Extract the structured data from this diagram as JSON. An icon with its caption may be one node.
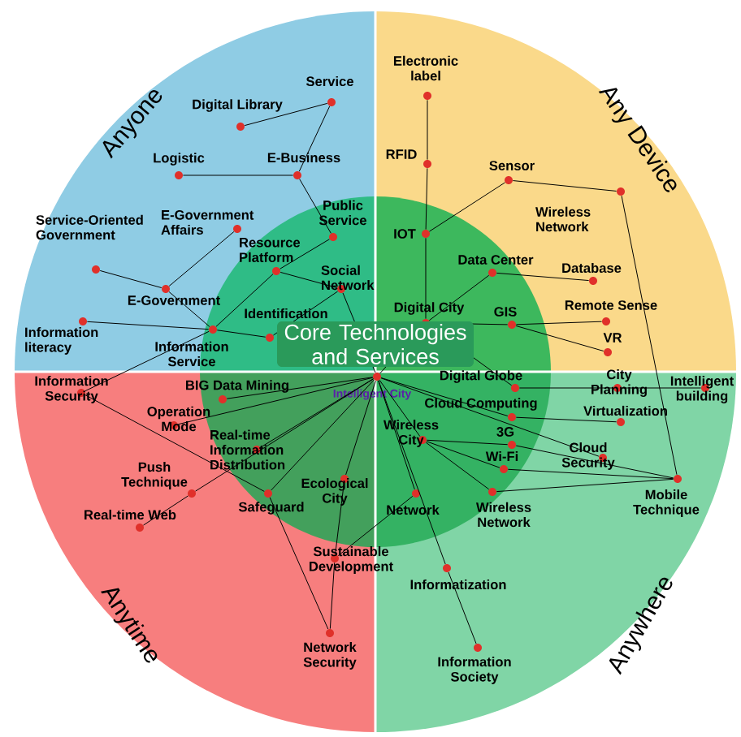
{
  "diagram": {
    "nodes": [
      {
        "text": [
          "Service"
        ]
      },
      {
        "text": [
          "Electronic label"
        ]
      },
      {
        "text": [
          "Digital Library"
        ]
      },
      {
        "text": [
          "E-Business"
        ]
      },
      {
        "text": [
          "Logistic"
        ]
      },
      {
        "text": [
          "RFID"
        ]
      },
      {
        "text": [
          "Sensor"
        ]
      },
      {
        "text": [
          "Wireless Network"
        ]
      },
      {
        "text": [
          "Public Service"
        ]
      },
      {
        "text": [
          "E-Government Affairs"
        ]
      },
      {
        "text": [
          "Service-Oriented Government"
        ]
      },
      {
        "text": [
          "IOT"
        ]
      },
      {
        "text": [
          "Resource Platform"
        ]
      },
      {
        "text": [
          "Data Center"
        ]
      },
      {
        "text": [
          "Database"
        ]
      },
      {
        "text": [
          "Social Network"
        ]
      },
      {
        "text": [
          "E-Government"
        ]
      },
      {
        "text": [
          "Remote Sense"
        ]
      },
      {
        "text": [
          "GIS"
        ]
      },
      {
        "text": [
          "Information literacy"
        ]
      },
      {
        "text": [
          "Information Service"
        ]
      },
      {
        "text": [
          "Identification"
        ]
      },
      {
        "text": [
          "Digital City"
        ]
      },
      {
        "text": [
          "VR"
        ]
      },
      {
        "text": [
          "Intelligent City"
        ]
      },
      {
        "text": [
          "Information Security"
        ]
      },
      {
        "text": [
          "Digital Globe"
        ]
      },
      {
        "text": [
          "City Planning"
        ]
      },
      {
        "text": [
          "Intelligent building"
        ]
      },
      {
        "text": [
          "BIG Data Mining"
        ]
      },
      {
        "text": [
          "Cloud Computing"
        ]
      },
      {
        "text": [
          "Virtualization"
        ]
      },
      {
        "text": [
          "Operation Mode"
        ]
      },
      {
        "text": [
          "Wireless City"
        ]
      },
      {
        "text": [
          "3G"
        ]
      },
      {
        "text": [
          "Real-time Information Distribution"
        ]
      },
      {
        "text": [
          "Cloud Security"
        ]
      },
      {
        "text": [
          "Wi-Fi"
        ]
      },
      {
        "text": [
          "Ecological City"
        ]
      },
      {
        "text": [
          "Push Technique"
        ]
      },
      {
        "text": [
          "Safeguard"
        ]
      },
      {
        "text": [
          "Mobile Technique"
        ]
      },
      {
        "text": [
          "Network"
        ]
      },
      {
        "text": [
          "Wireless Network"
        ]
      },
      {
        "text": [
          "Real-time Web"
        ]
      },
      {
        "text": [
          "Sustainable Development"
        ]
      },
      {
        "text": [
          "Informatization"
        ]
      },
      {
        "text": [
          "Network Security"
        ]
      },
      {
        "text": [
          "Information Society"
        ]
      }
    ],
    "edges": [
      {
        "from": 0,
        "to": 2,
        "arrow": "none"
      },
      {
        "from": 0,
        "to": 3,
        "arrow": "none"
      },
      {
        "from": 3,
        "to": 4,
        "arrow": "none"
      },
      {
        "from": 3,
        "to": 8,
        "arrow": "none"
      },
      {
        "from": 8,
        "to": 12,
        "arrow": "none"
      },
      {
        "from": 12,
        "to": 20,
        "arrow": "none"
      },
      {
        "from": 12,
        "to": 15,
        "arrow": "none"
      },
      {
        "from": 15,
        "to": 21,
        "arrow": "none"
      },
      {
        "from": 15,
        "to": 24,
        "arrow": "none"
      },
      {
        "from": 9,
        "to": 16,
        "arrow": "none"
      },
      {
        "from": 10,
        "to": 16,
        "arrow": "none"
      },
      {
        "from": 16,
        "to": 20,
        "arrow": "none"
      },
      {
        "from": 19,
        "to": 20,
        "arrow": "none"
      },
      {
        "from": 20,
        "to": 21,
        "arrow": "none"
      },
      {
        "from": 20,
        "to": 25,
        "arrow": "none"
      },
      {
        "from": 25,
        "to": 40,
        "arrow": "none"
      },
      {
        "from": 1,
        "to": 5,
        "arrow": "none"
      },
      {
        "from": 5,
        "to": 11,
        "arrow": "none"
      },
      {
        "from": 11,
        "to": 22,
        "arrow": "none"
      },
      {
        "from": 11,
        "to": 6,
        "arrow": "none"
      },
      {
        "from": 6,
        "to": 7,
        "arrow": "none"
      },
      {
        "from": 7,
        "to": 41,
        "arrow": "none"
      },
      {
        "from": 13,
        "to": 22,
        "arrow": "none"
      },
      {
        "from": 13,
        "to": 14,
        "arrow": "none"
      },
      {
        "from": 22,
        "to": 18,
        "arrow": "none"
      },
      {
        "from": 18,
        "to": 17,
        "arrow": "none"
      },
      {
        "from": 18,
        "to": 23,
        "arrow": "none"
      },
      {
        "from": 22,
        "to": 26,
        "arrow": "none"
      },
      {
        "from": 26,
        "to": 27,
        "arrow": "none"
      },
      {
        "from": 27,
        "to": 28,
        "arrow": "none"
      },
      {
        "from": 22,
        "to": 24,
        "arrow": "none"
      },
      {
        "from": 24,
        "to": 30,
        "arrow": "none"
      },
      {
        "from": 30,
        "to": 31,
        "arrow": "none"
      },
      {
        "from": 24,
        "to": 36,
        "arrow": "none"
      },
      {
        "from": 24,
        "to": 33,
        "arrow": "none"
      },
      {
        "from": 33,
        "to": 34,
        "arrow": "none"
      },
      {
        "from": 34,
        "to": 41,
        "arrow": "none"
      },
      {
        "from": 33,
        "to": 37,
        "arrow": "none"
      },
      {
        "from": 37,
        "to": 41,
        "arrow": "none"
      },
      {
        "from": 33,
        "to": 43,
        "arrow": "none"
      },
      {
        "from": 43,
        "to": 41,
        "arrow": "none"
      },
      {
        "from": 24,
        "to": 42,
        "arrow": "none"
      },
      {
        "from": 42,
        "to": 45,
        "arrow": "none"
      },
      {
        "from": 24,
        "to": 46,
        "arrow": "none"
      },
      {
        "from": 46,
        "to": 48,
        "arrow": "none"
      },
      {
        "from": 24,
        "to": 38,
        "arrow": "none"
      },
      {
        "from": 38,
        "to": 45,
        "arrow": "none"
      },
      {
        "from": 45,
        "to": 47,
        "arrow": "none"
      },
      {
        "from": 47,
        "to": 40,
        "arrow": "none"
      },
      {
        "from": 40,
        "to": 24,
        "arrow": "none"
      },
      {
        "from": 24,
        "to": 29,
        "arrow": "none"
      },
      {
        "from": 24,
        "to": 32,
        "arrow": "none"
      },
      {
        "from": 24,
        "to": 35,
        "arrow": "none"
      },
      {
        "from": 39,
        "to": 44,
        "arrow": "none"
      },
      {
        "from": 39,
        "to": 24,
        "arrow": "none"
      }
    ],
    "labels": [
      "Anyone",
      "Any Device",
      "Core Technologies and Services",
      "Anytime",
      "Anywhere"
    ]
  }
}
